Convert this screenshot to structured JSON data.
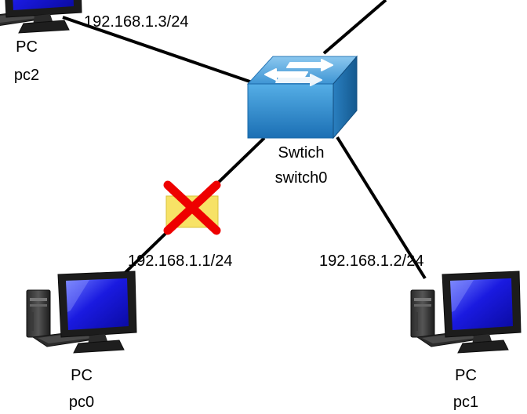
{
  "colors": {
    "link": "#000000",
    "switch_top": "#4fa3dc",
    "switch_front": "#1f7fc4",
    "monitor_screen": "#1e1ed8",
    "monitor_body": "#1a1a1a",
    "failure_box": "#f7e266",
    "failure_x": "#ee0000"
  },
  "nodes": {
    "switch0": {
      "type_label": "Swtich",
      "name": "switch0",
      "icon": "network-switch-icon"
    },
    "pc0": {
      "type_label": "PC",
      "name": "pc0",
      "icon": "desktop-pc-icon"
    },
    "pc1": {
      "type_label": "PC",
      "name": "pc1",
      "icon": "desktop-pc-icon"
    },
    "pc2": {
      "type_label": "PC",
      "name": "pc2",
      "icon": "desktop-pc-icon"
    }
  },
  "links": {
    "pc0_switch0": {
      "ip": "192.168.1.1/24",
      "status": "failed",
      "status_icon": "red-x-failure-icon"
    },
    "pc1_switch0": {
      "ip": "192.168.1.2/24",
      "status": "up"
    },
    "pc2_switch0": {
      "ip": "192.168.1.3/24",
      "status": "up"
    },
    "switch0_offscreen": {
      "status": "up"
    }
  }
}
